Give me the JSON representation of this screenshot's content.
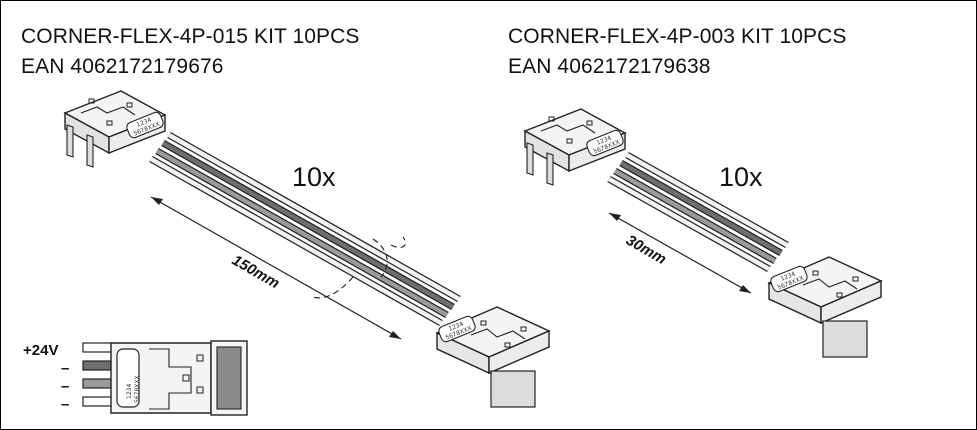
{
  "kits": [
    {
      "title": "CORNER-FLEX-4P-015 KIT 10PCS",
      "ean": "EAN 4062172179676",
      "quantity": "10x",
      "length": "150mm"
    },
    {
      "title": "CORNER-FLEX-4P-003 KIT 10PCS",
      "ean": "EAN 4062172179638",
      "quantity": "10x",
      "length": "30mm"
    }
  ],
  "pinout": {
    "labels": [
      "+24V",
      "–",
      "–",
      "–"
    ],
    "connector_text": [
      "1234",
      "5678XXX"
    ]
  }
}
